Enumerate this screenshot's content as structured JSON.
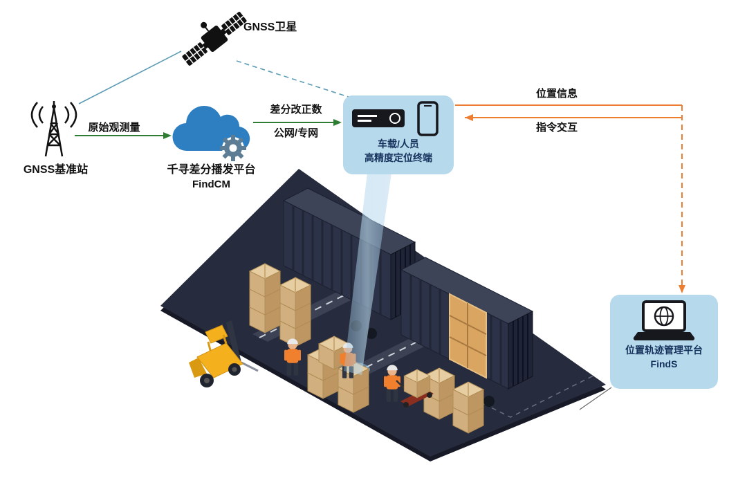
{
  "diagram": {
    "nodes": {
      "satellite": {
        "label": "GNSS卫星"
      },
      "base_station": {
        "label": "GNSS基准站"
      },
      "cloud_platform": {
        "name": "千寻差分播发平台",
        "product": "FindCM"
      },
      "terminal": {
        "line1": "车载/人员",
        "line2": "高精度定位终端"
      },
      "management_platform": {
        "name": "位置轨迹管理平台",
        "product": "FindS"
      }
    },
    "edges": {
      "raw_observation": {
        "label": "原始观测量"
      },
      "correction": {
        "line1": "差分改正数",
        "line2": "公网/专网"
      },
      "position_info": {
        "label": "位置信息"
      },
      "command_interaction": {
        "label": "指令交互"
      }
    },
    "colors": {
      "node_bg": "#b7d9ec",
      "node_text": "#14325c",
      "green_arrow": "#2e7d32",
      "orange_arrow": "#ed7d31",
      "teal_line": "#5b9bb5",
      "cloud_blue": "#2e7fc2",
      "platform_dark": "#262b3d",
      "container_navy": "#2c3247",
      "carton_tan": "#d2af7f",
      "forklift_yellow": "#f5b01d"
    }
  }
}
